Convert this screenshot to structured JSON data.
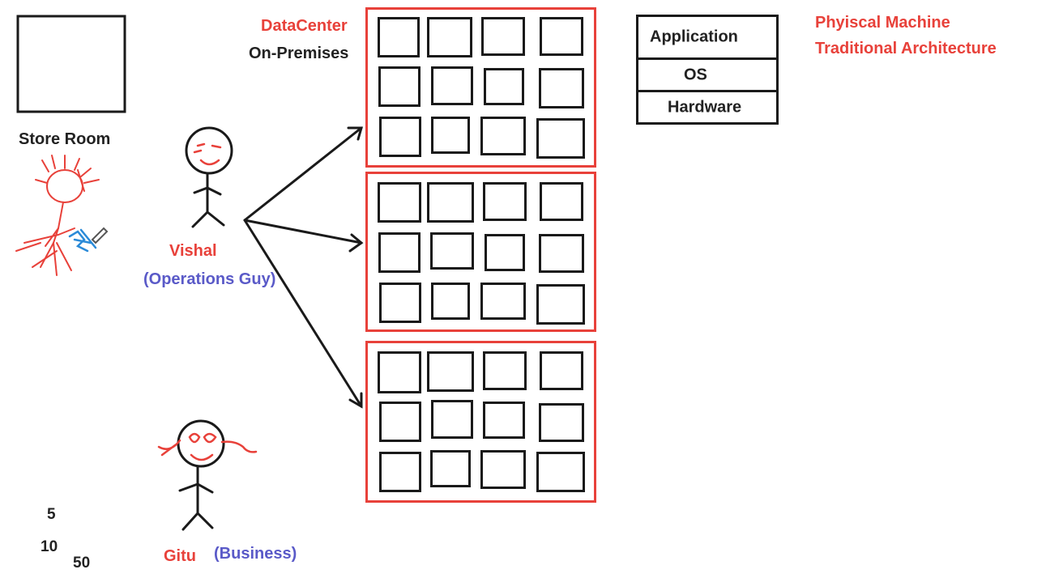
{
  "store_room": {
    "label": "Store Room"
  },
  "datacenter": {
    "title": "DataCenter",
    "subtitle": "On-Premises"
  },
  "people": {
    "operations": {
      "name": "Vishal",
      "role": "(Operations Guy)"
    },
    "business": {
      "name": "Gitu",
      "role": "(Business)"
    }
  },
  "architecture": {
    "layers": [
      "Application",
      "OS",
      "Hardware"
    ],
    "title_line1": "Phyiscal Machine",
    "title_line2": "Traditional Architecture"
  },
  "numbers": [
    "5",
    "10",
    "50"
  ],
  "colors": {
    "red": "#e8413a",
    "blue": "#5a5ac8",
    "ink": "#1a1a1a",
    "sketch_blue": "#2a8ad8"
  },
  "racks": {
    "count": 3,
    "rows": 3,
    "cols": 4
  }
}
